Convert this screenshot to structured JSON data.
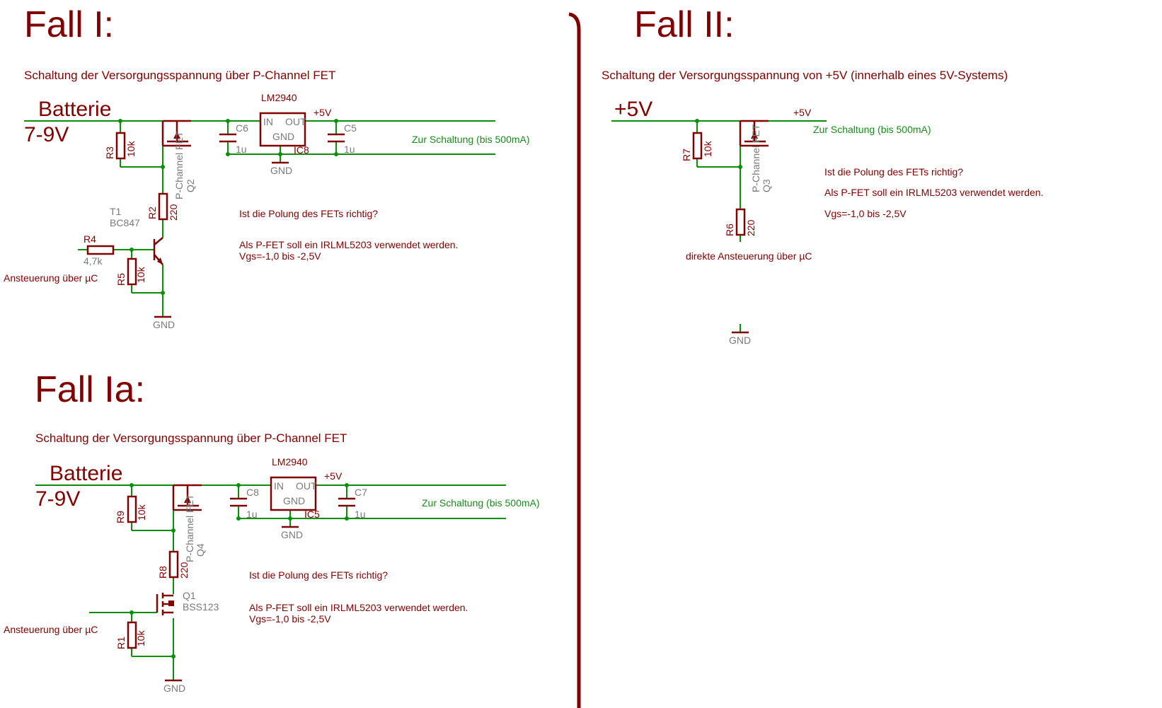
{
  "fall1": {
    "title": "Fall I:",
    "heading": "Schaltung der Versorgungsspannung über P-Channel FET",
    "batt1": "Batterie",
    "batt2": "7-9V",
    "ic_name": "LM2940",
    "ic_in": "IN",
    "ic_out": "OUT",
    "ic_gnd": "GND",
    "ic_ref": "IC8",
    "plus5v": "+5V",
    "c_left": "C6",
    "c_left_val": "1u",
    "c_right": "C5",
    "c_right_val": "1u",
    "gnd_ic": "GND",
    "output": "Zur Schaltung (bis 500mA)",
    "r3": "R3",
    "r3_val": "10k",
    "fet_type": "P-Channel FET",
    "fet_ref": "Q2",
    "r2": "R2",
    "r2_val": "220",
    "t1": "T1",
    "t1_type": "BC847",
    "r4": "R4",
    "r4_val": "4,7k",
    "r5": "R5",
    "r5_val": "10k",
    "control": "Ansteuerung über µC",
    "gnd_bottom": "GND",
    "q_polarity": "Ist die Polung des FETs richtig?",
    "note1": "Als P-FET soll ein IRLML5203 verwendet werden.",
    "note2": "Vgs=-1,0 bis -2,5V"
  },
  "fall1a": {
    "title": "Fall Ia:",
    "heading": "Schaltung der Versorgungsspannung über P-Channel FET",
    "batt1": "Batterie",
    "batt2": "7-9V",
    "ic_name": "LM2940",
    "ic_in": "IN",
    "ic_out": "OUT",
    "ic_gnd": "GND",
    "ic_ref": "IC5",
    "plus5v": "+5V",
    "c_left": "C8",
    "c_left_val": "1u",
    "c_right": "C7",
    "c_right_val": "1u",
    "gnd_ic": "GND",
    "output": "Zur Schaltung (bis 500mA)",
    "r9": "R9",
    "r9_val": "10k",
    "fet_type": "P-Channel FET",
    "fet_ref": "Q4",
    "r8": "R8",
    "r8_val": "220",
    "q1": "Q1",
    "q1_type": "BSS123",
    "r1": "R1",
    "r1_val": "10k",
    "control": "Ansteuerung über µC",
    "gnd_bottom": "GND",
    "q_polarity": "Ist die Polung des FETs richtig?",
    "note1": "Als P-FET soll ein IRLML5203 verwendet werden.",
    "note2": "Vgs=-1,0 bis -2,5V"
  },
  "fall2": {
    "title": "Fall II:",
    "heading": "Schaltung der Versorgungsspannung von +5V (innerhalb eines 5V-Systems)",
    "supply": "+5V",
    "plus5v": "+5V",
    "output": "Zur Schaltung (bis 500mA)",
    "r7": "R7",
    "r7_val": "10k",
    "fet_type": "P-Channel FET",
    "fet_ref": "Q3",
    "r6": "R6",
    "r6_val": "220",
    "q_polarity": "Ist die Polung des FETs richtig?",
    "note1": "Als P-FET soll ein IRLML5203 verwendet werden.",
    "note2": "Vgs=-1,0 bis -2,5V",
    "control": "direkte Ansteuerung über µC",
    "gnd": "GND"
  },
  "colors": {
    "symbol_red": "#800000",
    "wire_green": "#0a8f0a",
    "label_grey": "#7a7a7a"
  }
}
